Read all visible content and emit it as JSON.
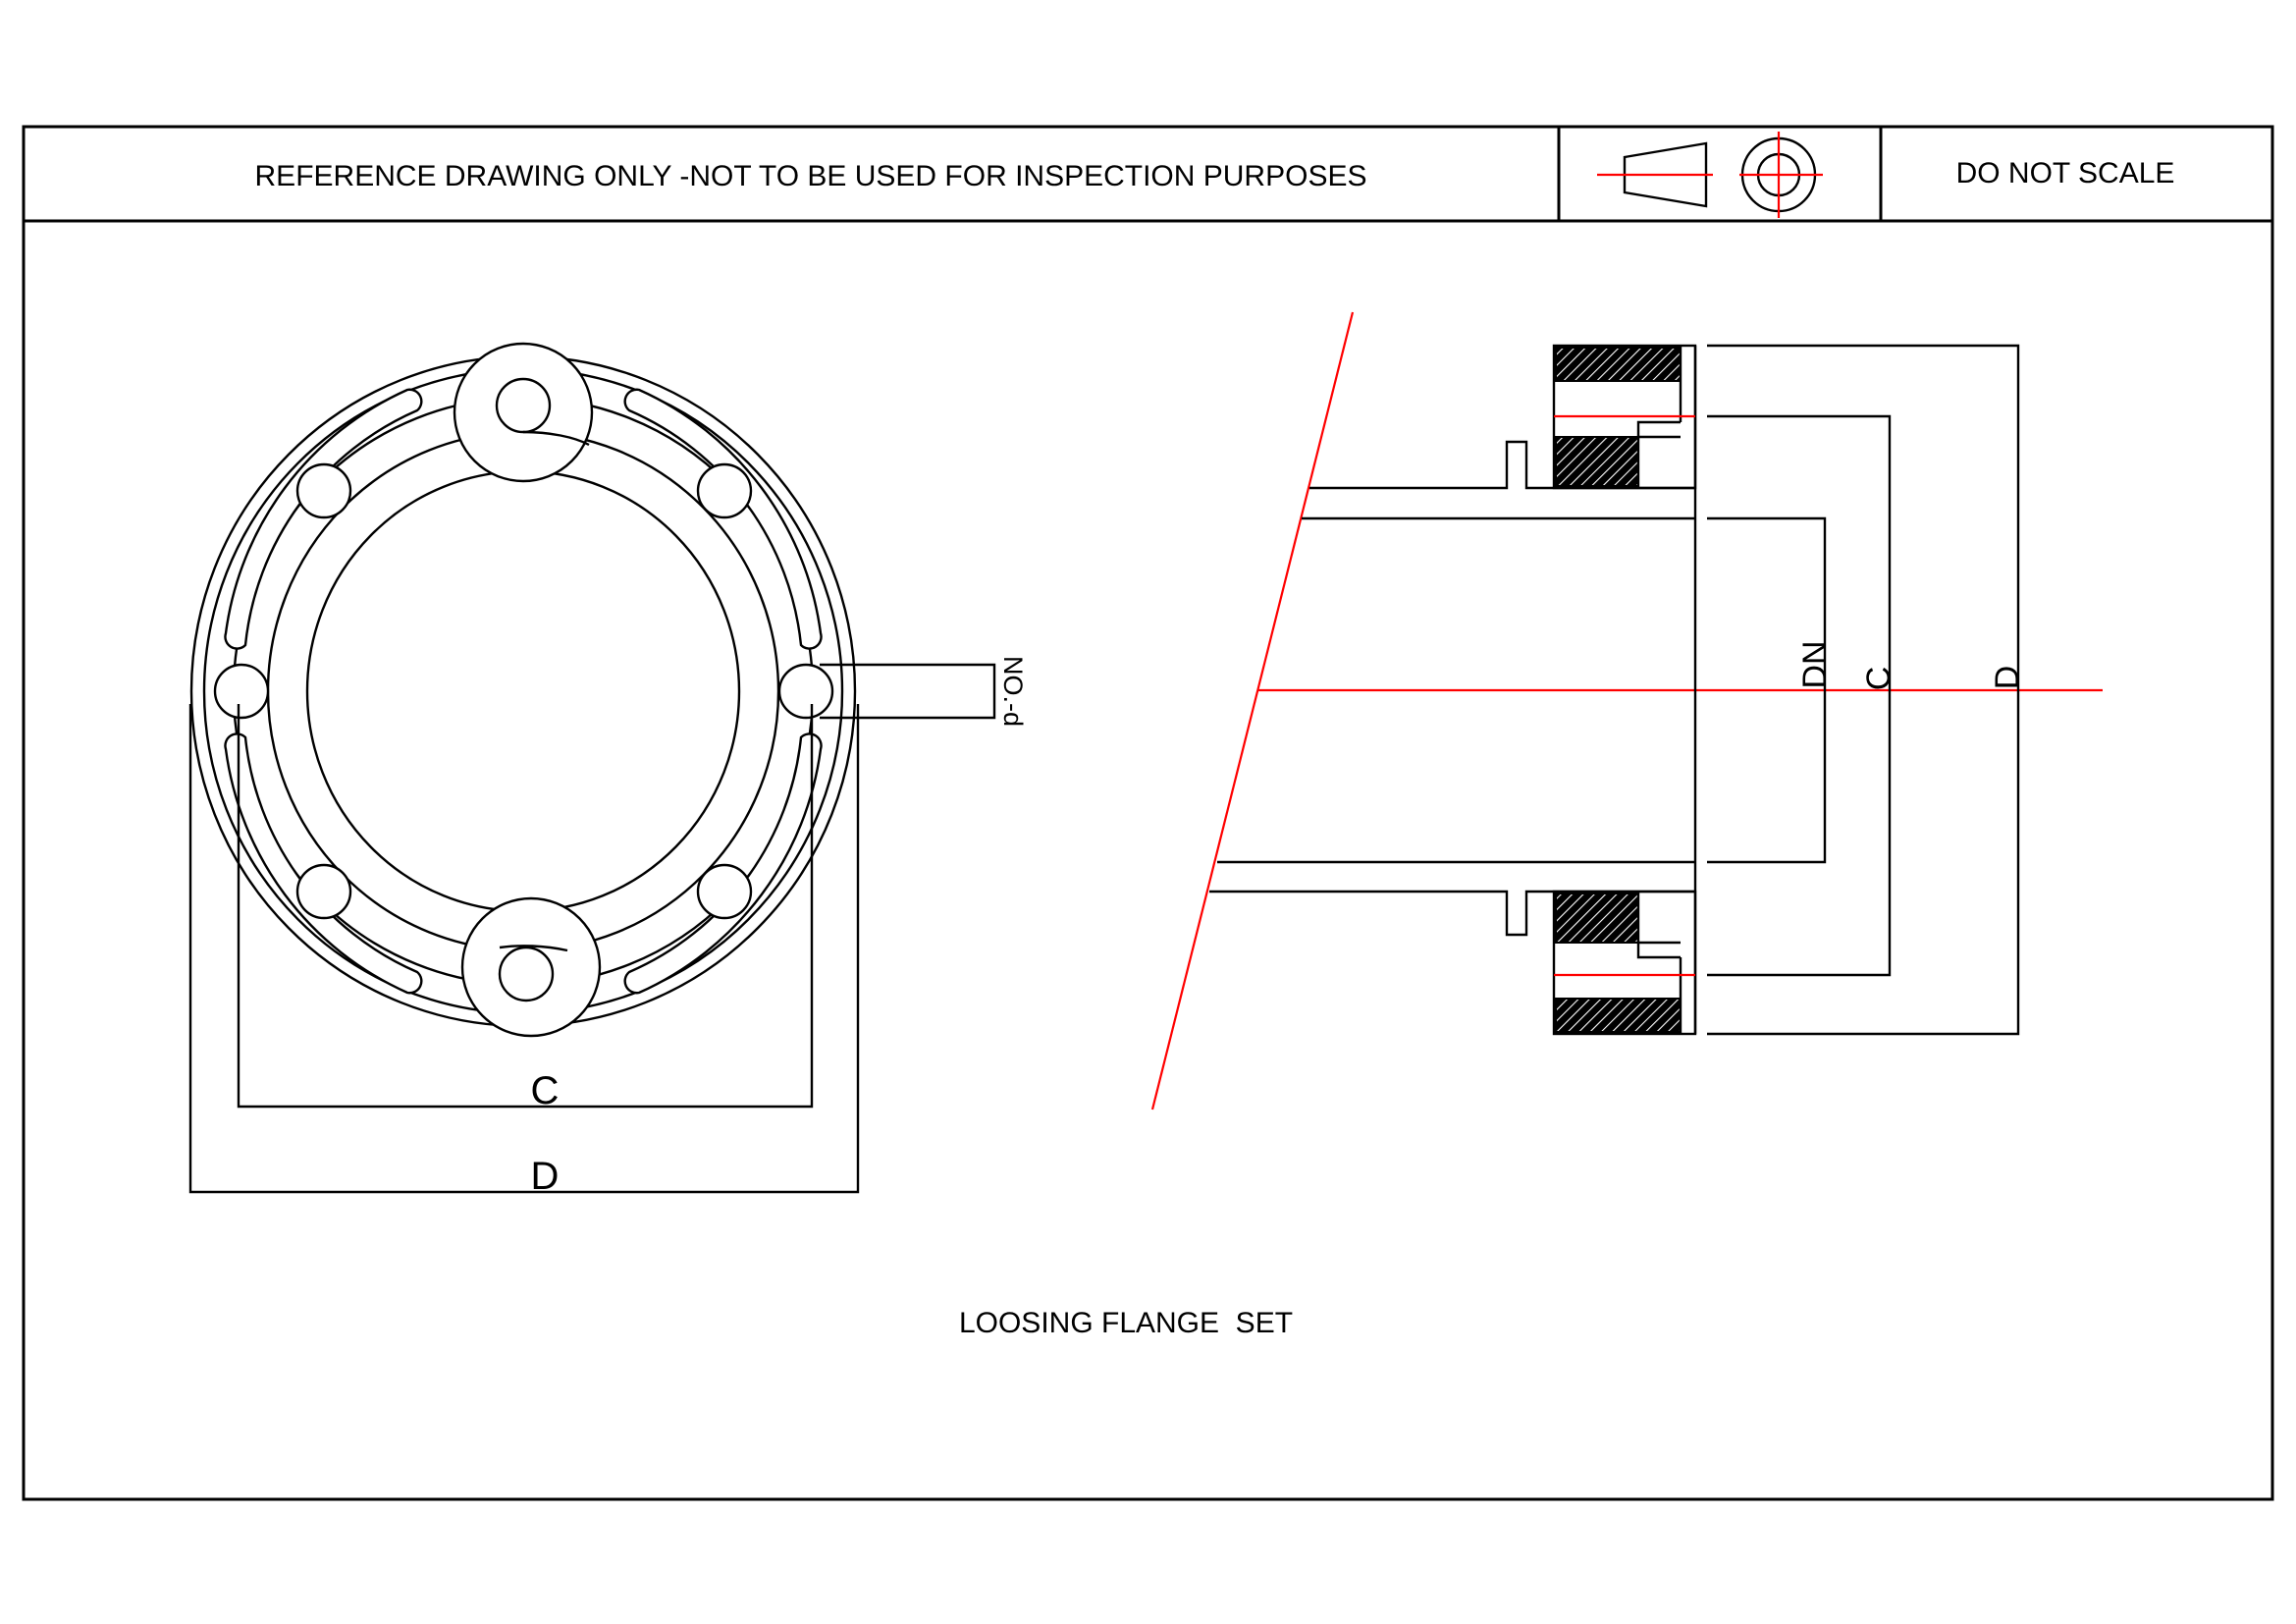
{
  "header": {
    "notice": "REFERENCE DRAWING ONLY -NOT TO BE USED FOR INSPECTION PURPOSES",
    "projection_symbol": "third-angle-projection-icon",
    "scale_note": "DO NOT SCALE"
  },
  "front_view": {
    "dim_c": "C",
    "dim_d": "D",
    "hole_label": "NO.-d"
  },
  "section_view": {
    "dim_dn": "DN",
    "dim_c": "C",
    "dim_d": "D"
  },
  "caption": "LOOSING FLANGE  SET",
  "colors": {
    "line": "#000000",
    "centerline": "#ff0000",
    "background": "#ffffff"
  }
}
